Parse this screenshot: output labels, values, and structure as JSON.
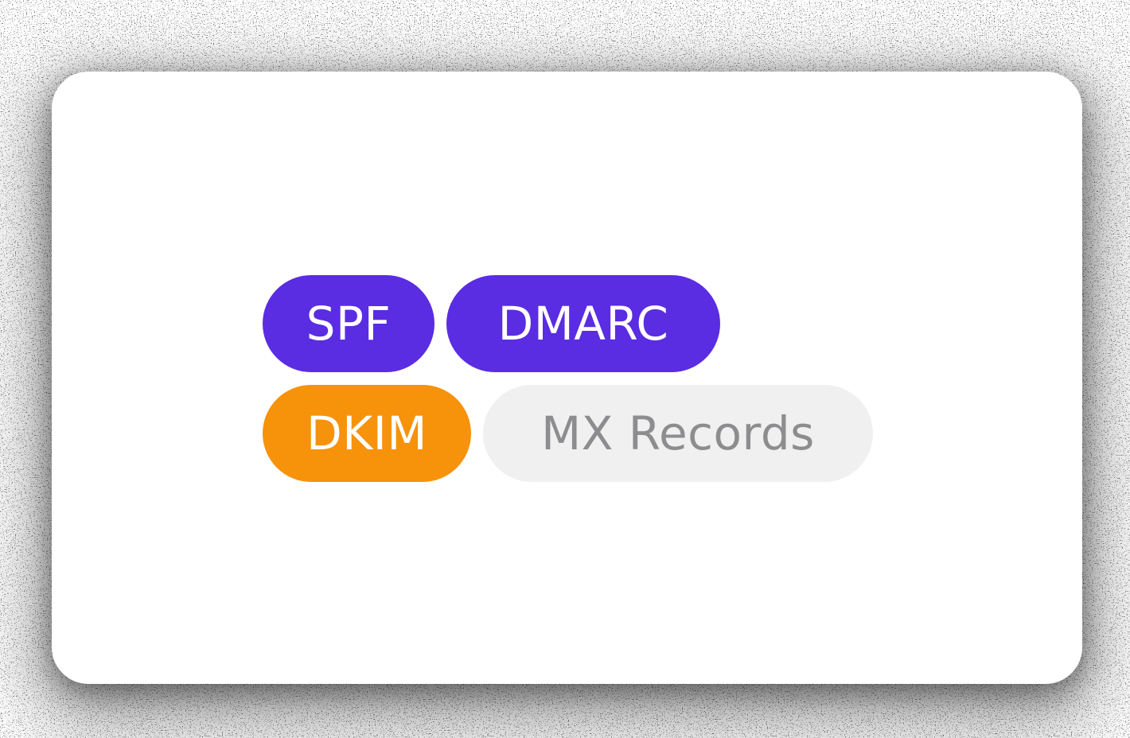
{
  "card": {
    "bg": "#ffffff"
  },
  "badges": [
    {
      "id": "spf",
      "label": "SPF",
      "bg": "#5a2ce2",
      "color": "#ffffff"
    },
    {
      "id": "dmarc",
      "label": "DMARC",
      "bg": "#5a2ce2",
      "color": "#ffffff"
    },
    {
      "id": "dkim",
      "label": "DKIM",
      "bg": "#f7920b",
      "color": "#ffffff"
    },
    {
      "id": "mx-records",
      "label": "MX Records",
      "bg": "#f0f0f1",
      "color": "#8d8d8f"
    }
  ]
}
